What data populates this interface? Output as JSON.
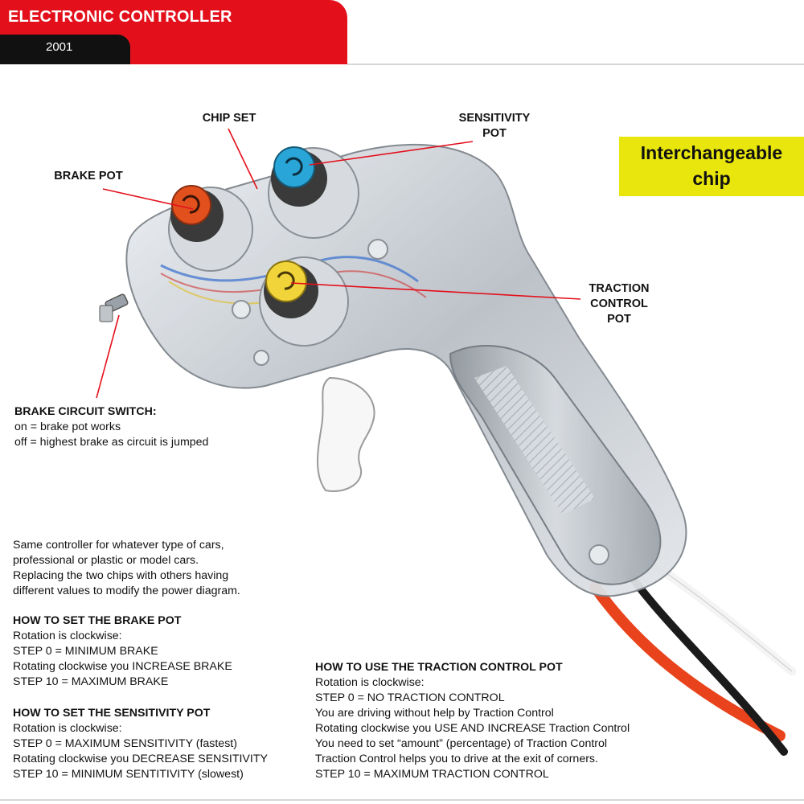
{
  "header": {
    "title": "ELECTRONIC CONTROLLER",
    "year": "2001"
  },
  "callouts": {
    "chip_set": "CHIP SET",
    "sensitivity_pot_l1": "SENSITIVITY",
    "sensitivity_pot_l2": "POT",
    "brake_pot": "BRAKE POT",
    "traction_l1": "TRACTION",
    "traction_l2": "CONTROL",
    "traction_l3": "POT"
  },
  "badge": {
    "text": "Interchangeable\nchip"
  },
  "brake_switch": {
    "title": "BRAKE CIRCUIT SWITCH:",
    "lines": [
      "on = brake pot works",
      "off = highest brake as circuit is jumped"
    ]
  },
  "intro": {
    "lines": [
      "Same controller for whatever type of cars,",
      "professional or plastic or model cars.",
      "Replacing the two chips with others having",
      "different values to modify the power diagram."
    ]
  },
  "brake_pot_section": {
    "title": "HOW TO SET THE BRAKE POT",
    "lines": [
      "Rotation is clockwise:",
      "STEP 0 = MINIMUM BRAKE",
      "Rotating clockwise you INCREASE BRAKE",
      "STEP 10 = MAXIMUM BRAKE"
    ]
  },
  "sensitivity_section": {
    "title": "HOW TO SET THE SENSITIVITY POT",
    "lines": [
      "Rotation is clockwise:",
      "STEP 0 = MAXIMUM SENSITIVITY (fastest)",
      "Rotating clockwise you DECREASE SENSITIVITY",
      "STEP 10 = MINIMUM SENTITIVITY (slowest)"
    ]
  },
  "traction_section": {
    "title": "HOW TO USE THE TRACTION CONTROL POT",
    "lines": [
      "Rotation is clockwise:",
      "STEP 0 = NO TRACTION CONTROL",
      "You are driving without help by Traction Control",
      "Rotating clockwise you USE AND INCREASE Traction Control",
      "You need to set “amount” (percentage) of Traction Control",
      "Traction Control helps you to drive at the exit of corners.",
      "STEP 10 = MAXIMUM TRACTION CONTROL"
    ]
  },
  "colors": {
    "brand_red": "#e3101c",
    "badge_yellow": "#e8e60c",
    "brake_knob": "#e2501e",
    "sensitivity_knob": "#2aa5d8",
    "traction_knob": "#f0d43a"
  }
}
